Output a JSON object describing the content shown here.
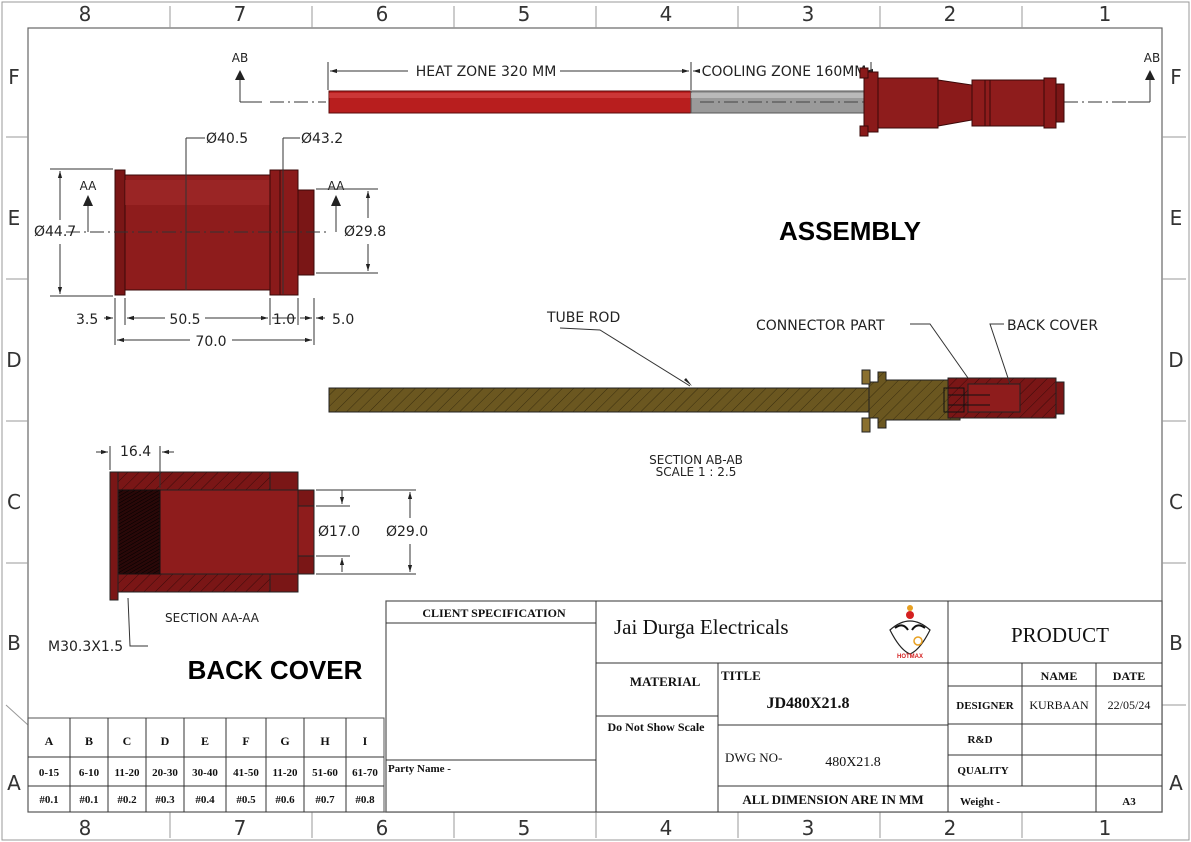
{
  "border": {
    "columns": [
      "8",
      "7",
      "6",
      "5",
      "4",
      "3",
      "2",
      "1"
    ],
    "rows": [
      "F",
      "E",
      "D",
      "C",
      "B",
      "A"
    ]
  },
  "assembly": {
    "section_left": "AB",
    "section_right": "AB",
    "heat_zone": "HEAT ZONE 320 MM",
    "cooling_zone": "COOLING ZONE 160MM",
    "title": "ASSEMBLY",
    "tube_rod": "TUBE ROD",
    "connector_part": "CONNECTOR PART",
    "back_cover": "BACK COVER",
    "section_name": "SECTION AB-AB",
    "section_scale": "SCALE 1 : 2.5",
    "colors": {
      "heat": "#b81e1e",
      "cooling": "#9a9a9a",
      "section_fill": "#6b5720",
      "part": "#8a1a1a"
    }
  },
  "back_cover_view": {
    "dia_40_5": "Ø40.5",
    "dia_43_2": "Ø43.2",
    "dia_44_7": "Ø44.7",
    "dia_29_8": "Ø29.8",
    "section_left": "AA",
    "section_right": "AA",
    "len_3_5": "3.5",
    "len_50_5": "50.5",
    "len_1_0": "1.0",
    "len_5_0": "5.0",
    "len_70_0": "70.0"
  },
  "back_cover_section": {
    "len_16_4": "16.4",
    "dia_17_0": "Ø17.0",
    "dia_29_0": "Ø29.0",
    "section_name": "SECTION AA-AA",
    "thread": "M30.3X1.5",
    "title": "BACK COVER"
  },
  "tolerance_table": {
    "headers": [
      "A",
      "B",
      "C",
      "D",
      "E",
      "F",
      "G",
      "H",
      "I"
    ],
    "ranges": [
      "0-15",
      "6-10",
      "11-20",
      "20-30",
      "30-40",
      "41-50",
      "11-20",
      "51-60",
      "61-70"
    ],
    "values": [
      "#0.1",
      "#0.1",
      "#0.2",
      "#0.3",
      "#0.4",
      "#0.5",
      "#0.6",
      "#0.7",
      "#0.8"
    ]
  },
  "title_block": {
    "client_spec": "CLIENT SPECIFICATION",
    "party_name": "Party Name -",
    "company": "Jai Durga Electricals",
    "logo_text": "HOTMAX",
    "product": "PRODUCT",
    "material": "MATERIAL",
    "do_not_scale": "Do Not Show Scale",
    "title_label": "TITLE",
    "title_value": "JD480X21.8",
    "dwg_label": "DWG NO-",
    "dwg_value": "480X21.8",
    "all_dims": "ALL DIMENSION ARE IN MM",
    "name_header": "NAME",
    "date_header": "DATE",
    "designer_label": "DESIGNER",
    "designer_name": "KURBAAN",
    "designer_date": "22/05/24",
    "rnd_label": "R&D",
    "quality_label": "QUALITY",
    "weight_label": "Weight -",
    "sheet_size": "A3"
  }
}
